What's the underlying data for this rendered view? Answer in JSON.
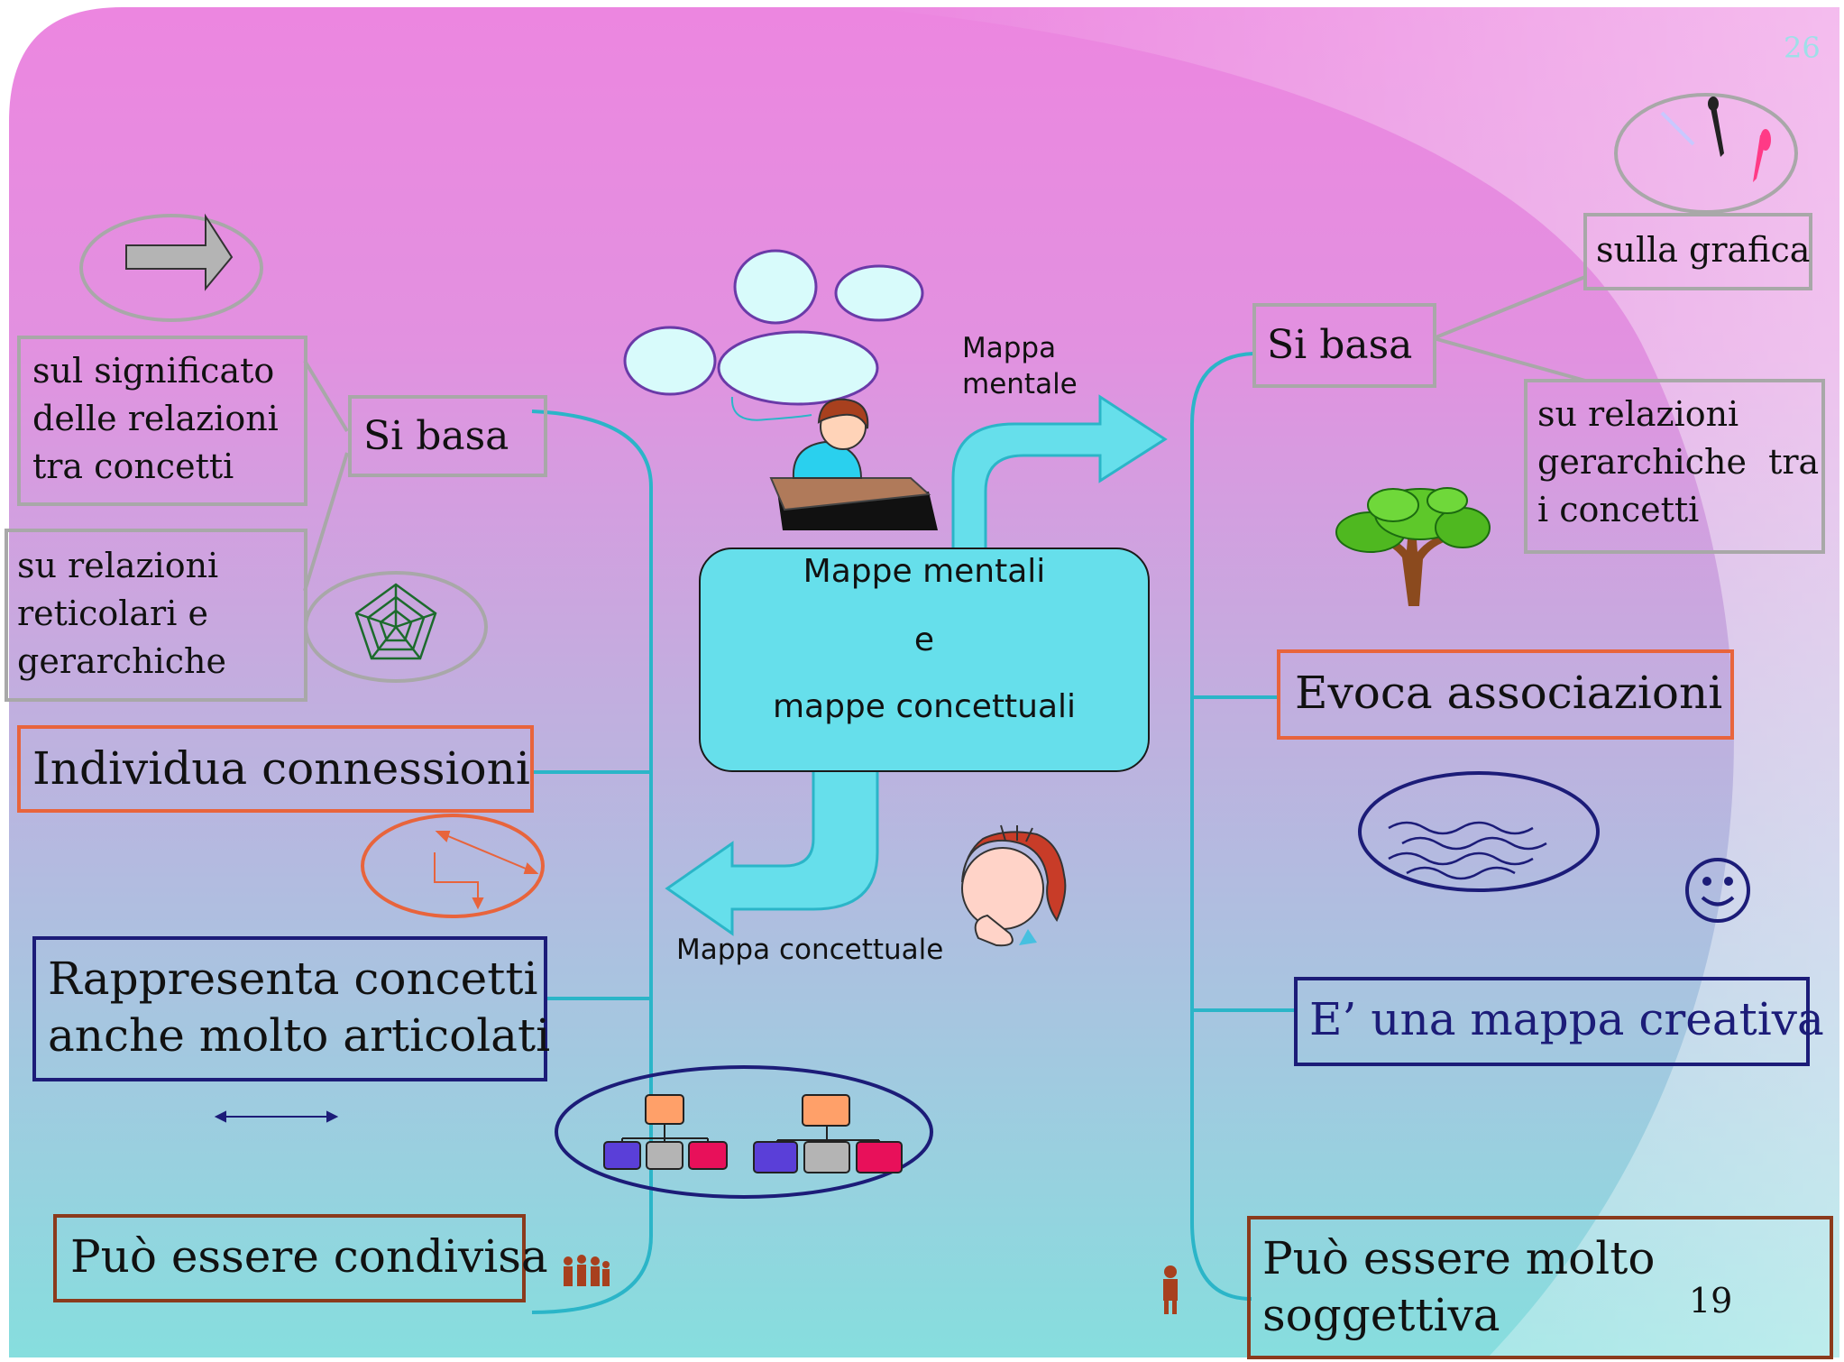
{
  "slide_number_top": "26",
  "slide_number_bottom": "19",
  "center": {
    "line1": "Mappe mentali",
    "line2": "e",
    "line3": "mappe concettuali"
  },
  "arrow_labels": {
    "mental_line1": "Mappa",
    "mental_line2": "mentale",
    "concept": "Mappa concettuale"
  },
  "left": {
    "si_basa": "Si basa",
    "significato_l1": "sul significato",
    "significato_l2": "delle relazioni",
    "significato_l3": "tra concetti",
    "reticolari_l1": "su relazioni",
    "reticolari_l2": "reticolari e",
    "reticolari_l3": "gerarchiche",
    "individua": "Individua connessioni",
    "rappresenta_l1": "Rappresenta concetti",
    "rappresenta_l2": "anche molto articolati",
    "condivisa": "Può essere condivisa"
  },
  "right": {
    "si_basa": "Si basa",
    "grafica": "sulla grafica",
    "gerarchiche_l1": "su relazioni",
    "gerarchiche_l2": "gerarchiche  tra",
    "gerarchiche_l3": "i concetti",
    "evoca": "Evoca associazioni",
    "creativa": "E’ una mappa creativa",
    "soggettiva_l1": "Può essere molto",
    "soggettiva_l2": "soggettiva"
  },
  "colors": {
    "connector": "#2bb5c8",
    "center_fill": "#66dfeb",
    "orange_border": "#e8643c",
    "navy_border": "#1c1c78",
    "brown_border": "#8b3a1c",
    "gray_border": "#a8a8a8"
  }
}
